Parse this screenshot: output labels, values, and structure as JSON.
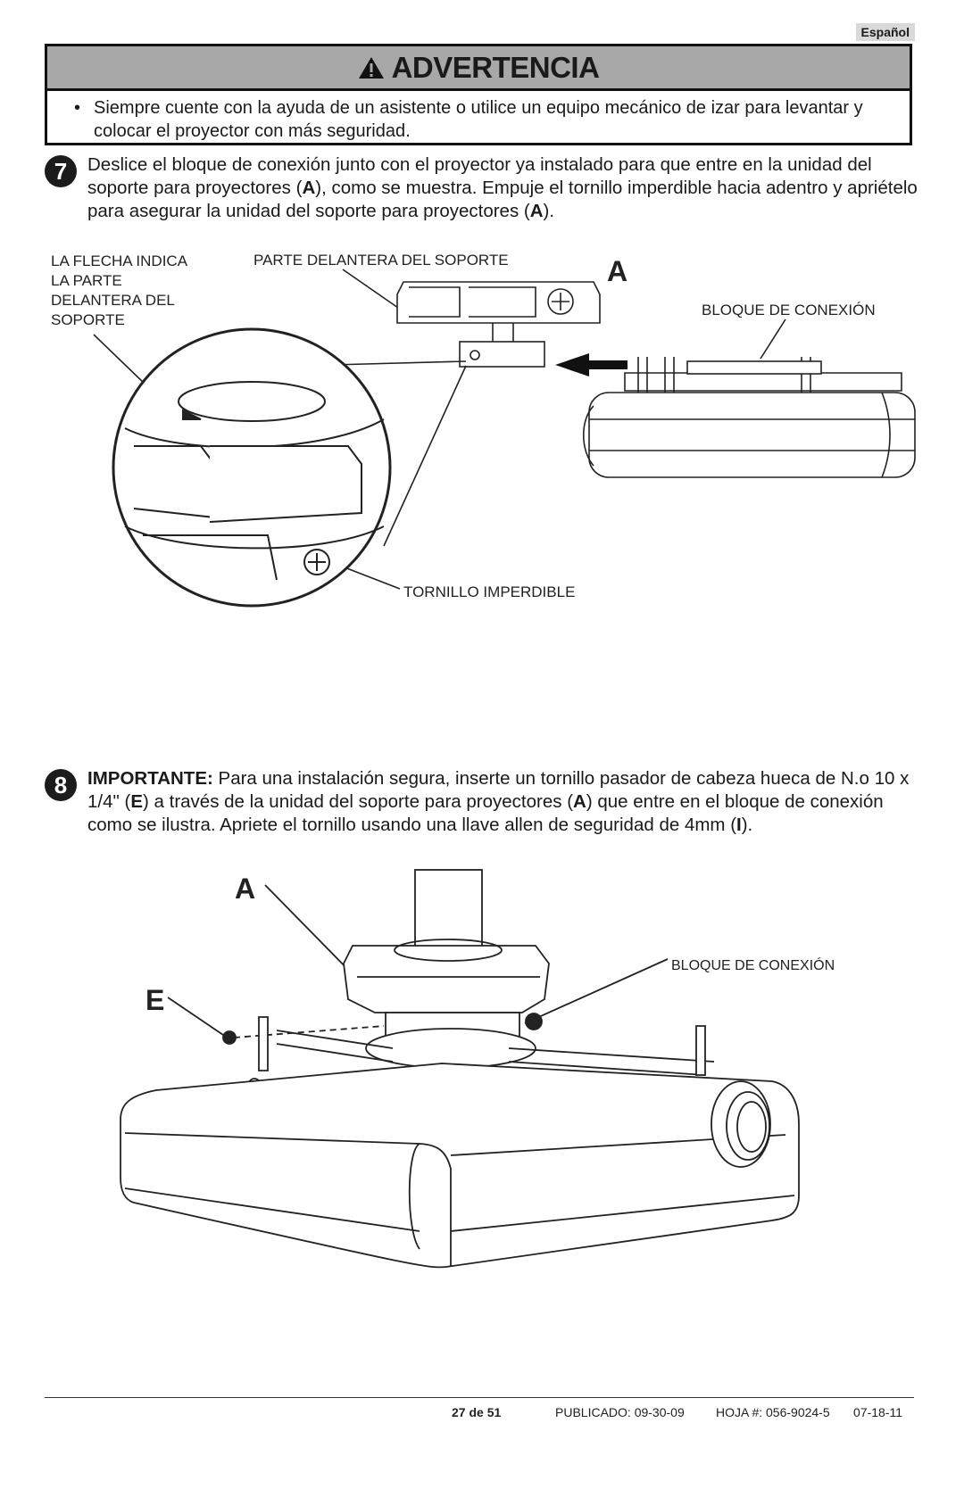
{
  "header": {
    "language": "Español"
  },
  "warning": {
    "title": "ADVERTENCIA",
    "bullet": "•",
    "text": "Siempre cuente con la ayuda de un asistente o utilice un equipo mecánico de izar para levantar y colocar el proyector con más seguridad."
  },
  "step7": {
    "number": "7",
    "text_1": "Deslice el bloque de conexión junto con el proyector ya instalado para que entre en la unidad del soporte para proyectores (",
    "bold_A1": "A",
    "text_2": "), como se muestra. Empuje el tornillo imperdible hacia adentro y apriételo para asegurar la unidad del soporte para proyectores (",
    "bold_A2": "A",
    "text_3": ").",
    "labels": {
      "arrow_indicates": "LA FLECHA INDICA LA PARTE DELANTERA DEL SOPORTE",
      "front_of_mount": "PARTE DELANTERA DEL SOPORTE",
      "letter_a": "A",
      "connection_block": "BLOQUE DE CONEXIÓN",
      "captive_screw": "TORNILLO IMPERDIBLE"
    }
  },
  "step8": {
    "number": "8",
    "important": "IMPORTANTE:",
    "text_1": " Para una instalación segura, inserte un tornillo pasador de cabeza hueca de N.o 10 x 1/4\" (",
    "bold_E": "E",
    "text_2": ") a través de la unidad del soporte para proyectores (",
    "bold_A": "A",
    "text_3": ") que entre en el bloque de conexión como se ilustra. Apriete el tornillo usando una llave allen de seguridad de 4mm (",
    "bold_I": "I",
    "text_4": ").",
    "labels": {
      "letter_a": "A",
      "letter_e": "E",
      "connection_block": "BLOQUE DE CONEXIÓN"
    }
  },
  "footer": {
    "page": "27 de 51",
    "published": "PUBLICADO: 09-30-09",
    "sheet": "HOJA #: 056-9024-5",
    "date": "07-18-11"
  }
}
